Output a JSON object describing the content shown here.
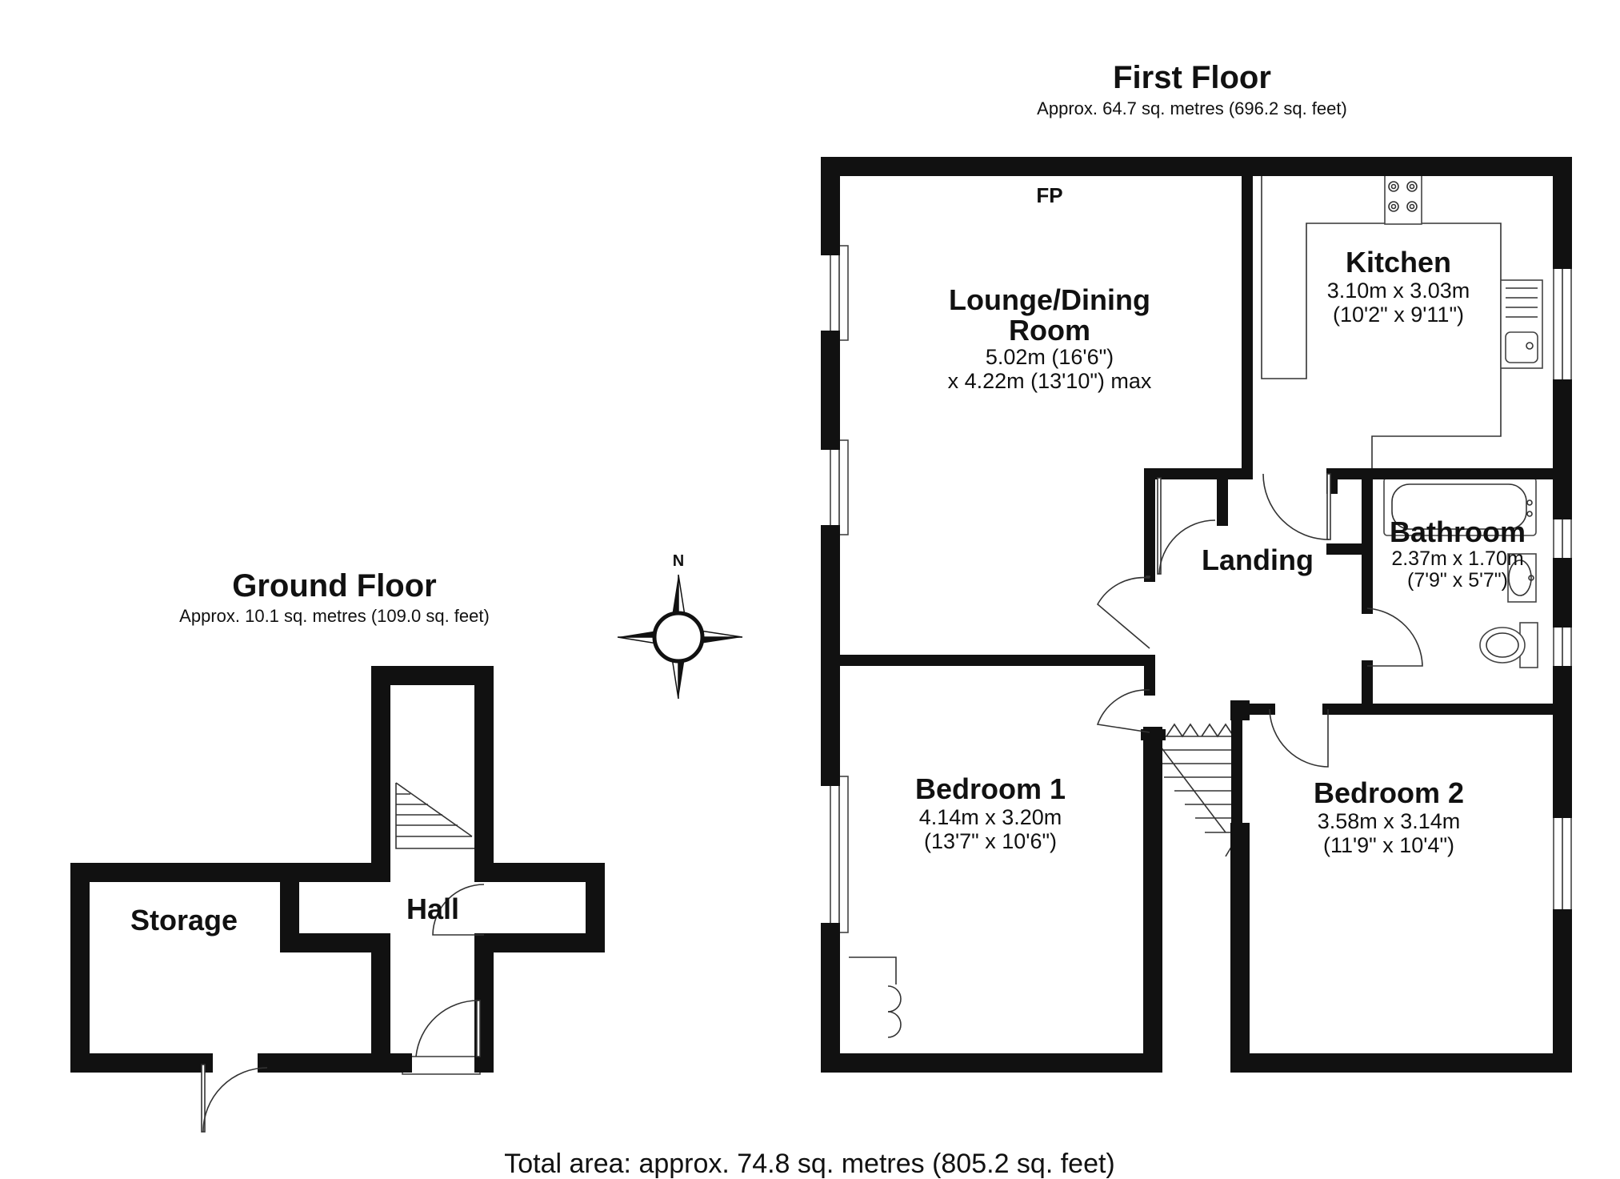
{
  "first_floor": {
    "title": "First Floor",
    "area": "Approx. 64.7 sq. metres (696.2 sq. feet)",
    "rooms": {
      "lounge": {
        "name_line1": "Lounge/Dining",
        "name_line2": "Room",
        "dim1": "5.02m (16'6\")",
        "dim2": "x 4.22m (13'10\") max",
        "fp_label": "FP"
      },
      "kitchen": {
        "name": "Kitchen",
        "dim1": "3.10m x 3.03m",
        "dim2": "(10'2\" x 9'11\")"
      },
      "bathroom": {
        "name": "Bathroom",
        "dim1": "2.37m x 1.70m",
        "dim2": "(7'9\" x 5'7\")"
      },
      "landing": {
        "name": "Landing"
      },
      "bedroom1": {
        "name": "Bedroom 1",
        "dim1": "4.14m x 3.20m",
        "dim2": "(13'7\" x 10'6\")"
      },
      "bedroom2": {
        "name": "Bedroom 2",
        "dim1": "3.58m x 3.14m",
        "dim2": "(11'9\" x 10'4\")"
      }
    }
  },
  "ground_floor": {
    "title": "Ground Floor",
    "area": "Approx. 10.1 sq. metres (109.0 sq. feet)",
    "rooms": {
      "storage": {
        "name": "Storage"
      },
      "hall": {
        "name": "Hall"
      }
    }
  },
  "compass": {
    "label": "N"
  },
  "total_area": "Total area: approx. 74.8 sq. metres (805.2 sq. feet)"
}
